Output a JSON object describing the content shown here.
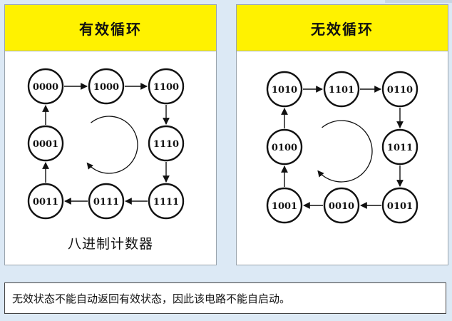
{
  "left": {
    "title": "有效循环",
    "caption": "八进制计数器",
    "states": [
      "0000",
      "1000",
      "1100",
      "1110",
      "1111",
      "0111",
      "0011",
      "0001"
    ]
  },
  "right": {
    "title": "无效循环",
    "states": [
      "1010",
      "1101",
      "0110",
      "1011",
      "0101",
      "0010",
      "1001",
      "0100"
    ]
  },
  "note": "无效状态不能自动返回有效状态，因此该电路不能自启动。"
}
